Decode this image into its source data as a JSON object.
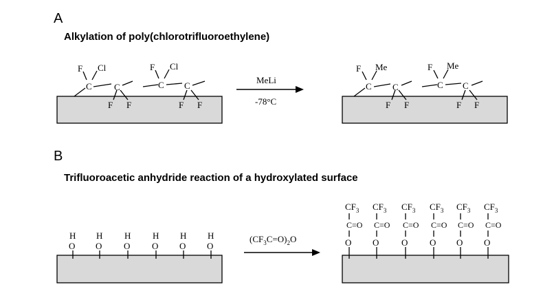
{
  "panelA": {
    "letter": "A",
    "title": "Alkylation of poly(chlorotrifluoroethylene)",
    "reagent": "MeLi",
    "condition": "-78°C",
    "atoms": {
      "F": "F",
      "Cl": "Cl",
      "C": "C",
      "Me": "Me"
    }
  },
  "panelB": {
    "letter": "B",
    "title": "Trifluoroacetic anhydride reaction of a hydroxylated surface",
    "reagent_main": "(CF",
    "reagent_sub1": "3",
    "reagent_mid": "C=O)",
    "reagent_sub2": "2",
    "reagent_end": "O",
    "atoms": {
      "H": "H",
      "O": "O",
      "CF": "CF",
      "three": "3",
      "CeqO": "C=O"
    }
  }
}
